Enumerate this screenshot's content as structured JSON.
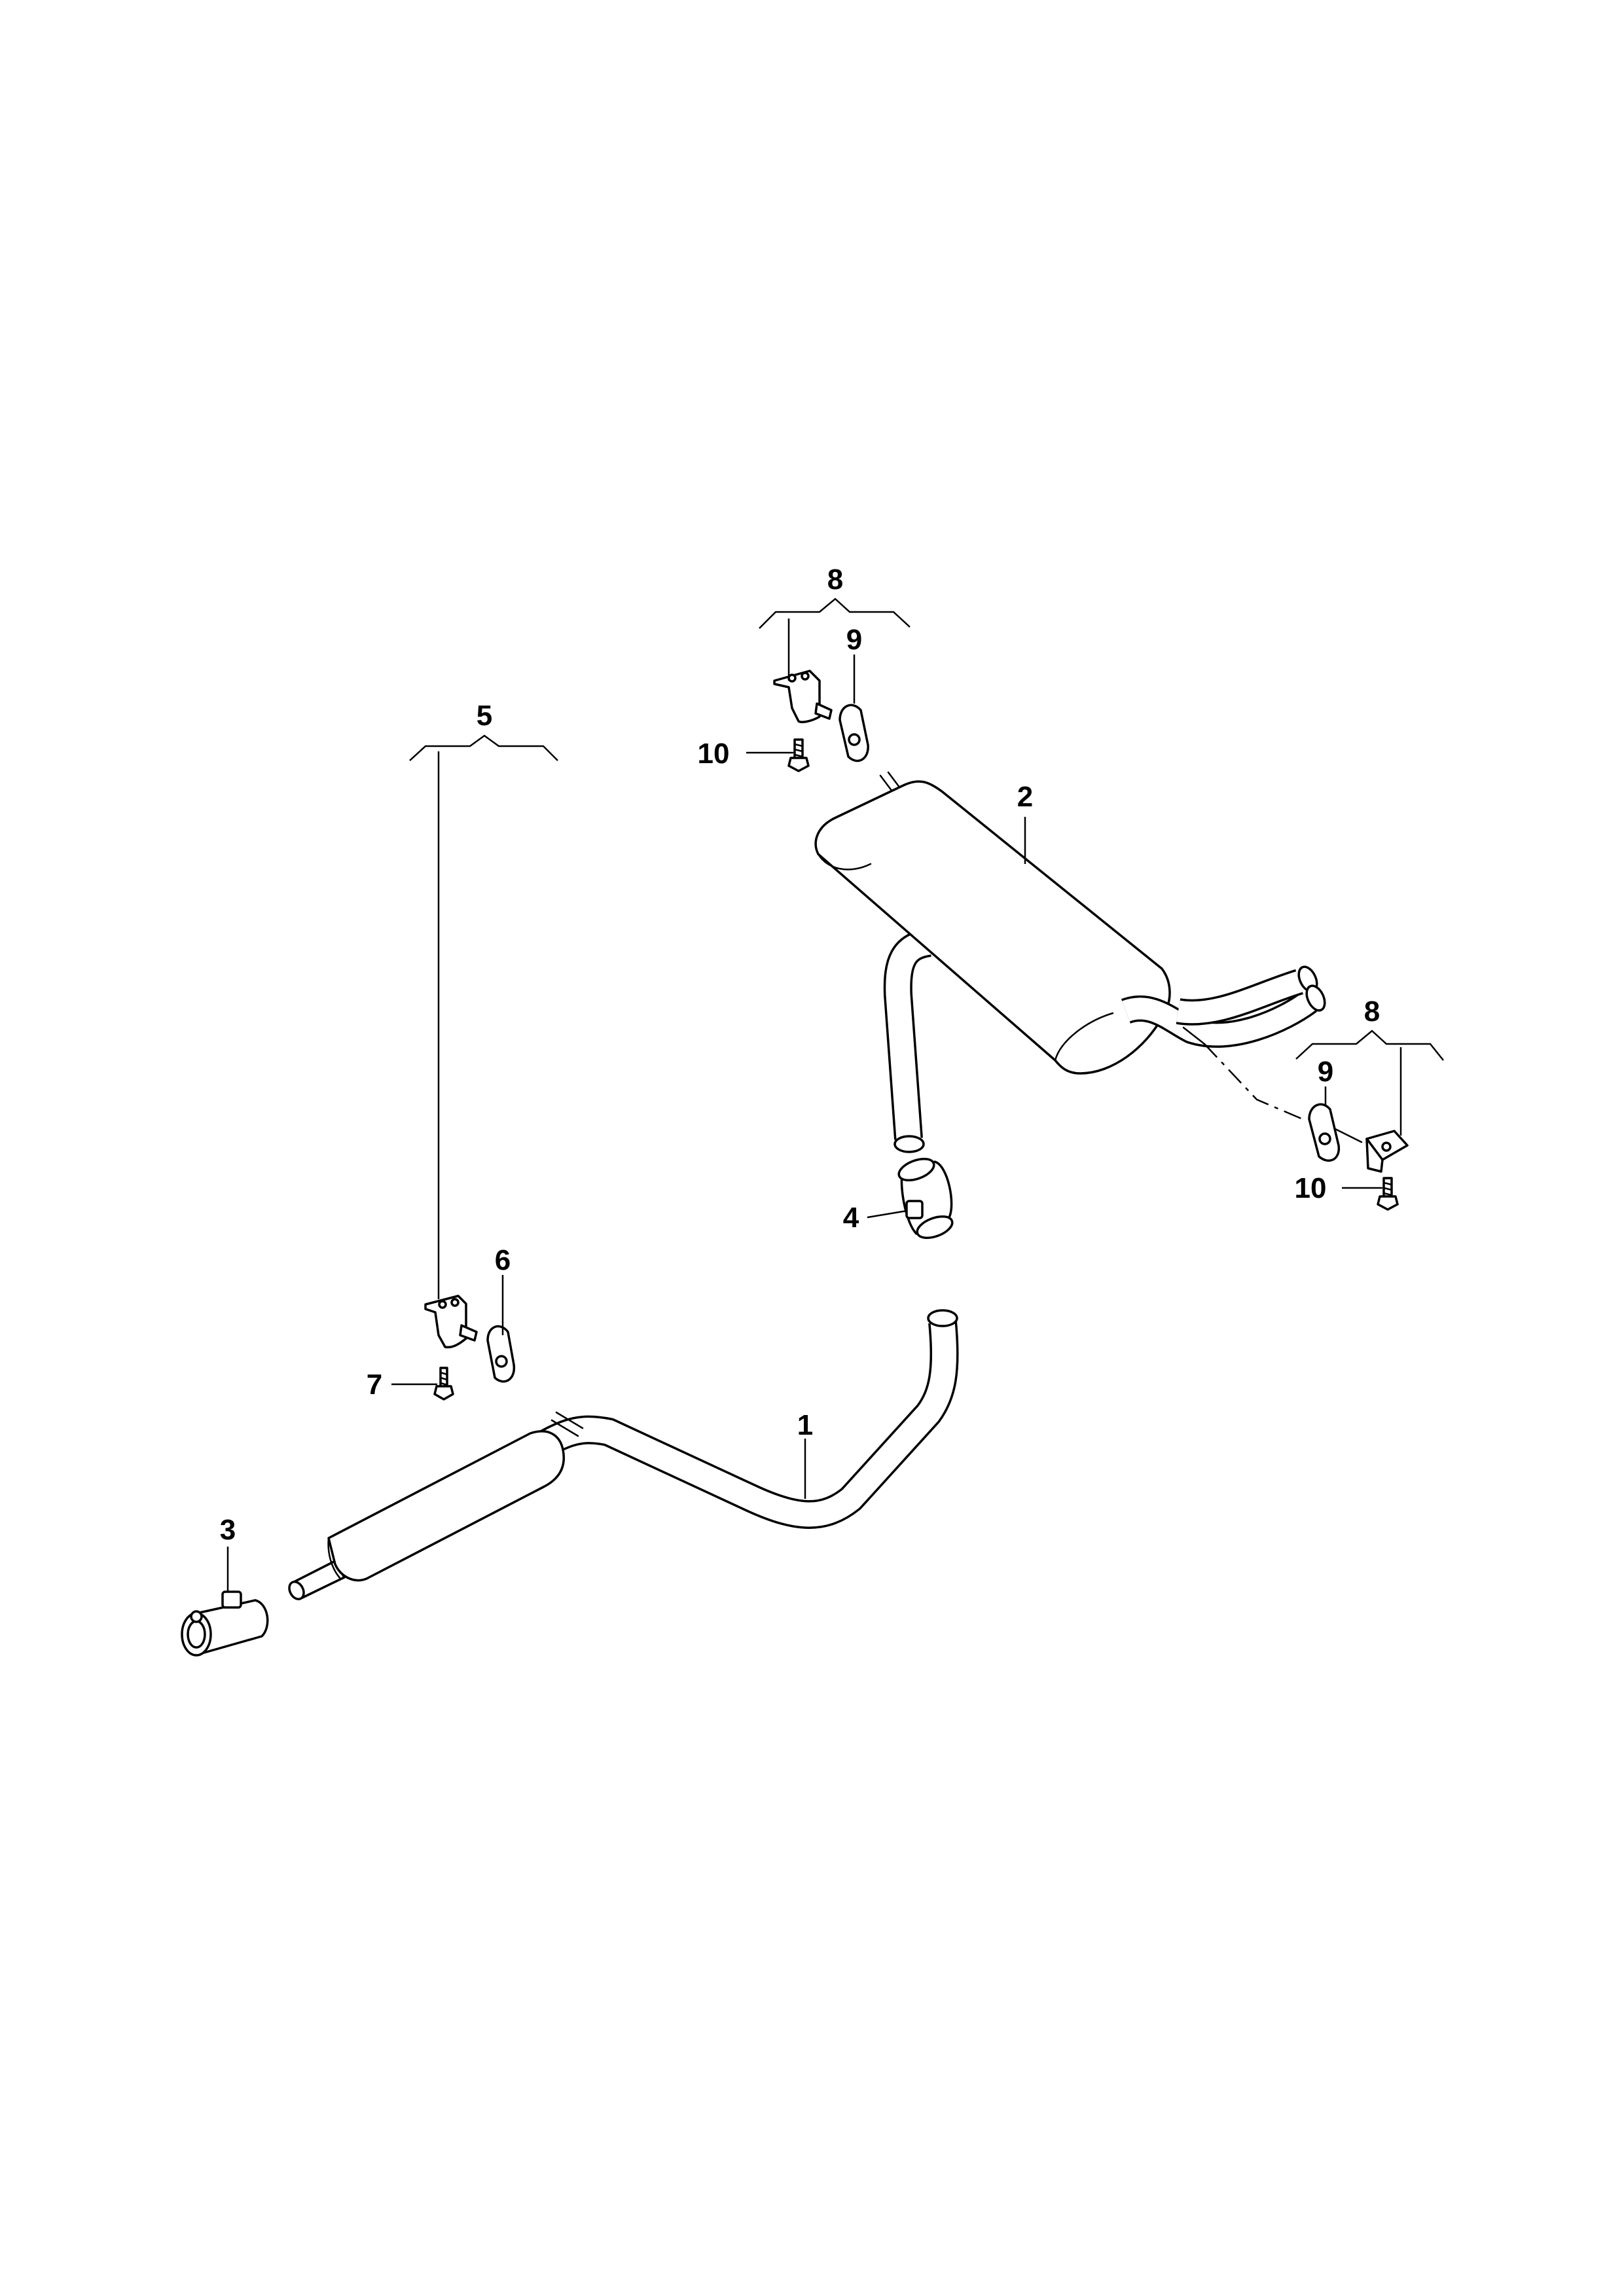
{
  "diagram": {
    "callouts": {
      "c1": "1",
      "c2": "2",
      "c3": "3",
      "c4": "4",
      "c5": "5",
      "c6": "6",
      "c7": "7",
      "c8_top": "8",
      "c9_top": "9",
      "c10_top": "10",
      "c8_right": "8",
      "c9_right": "9",
      "c10_right": "10"
    }
  }
}
